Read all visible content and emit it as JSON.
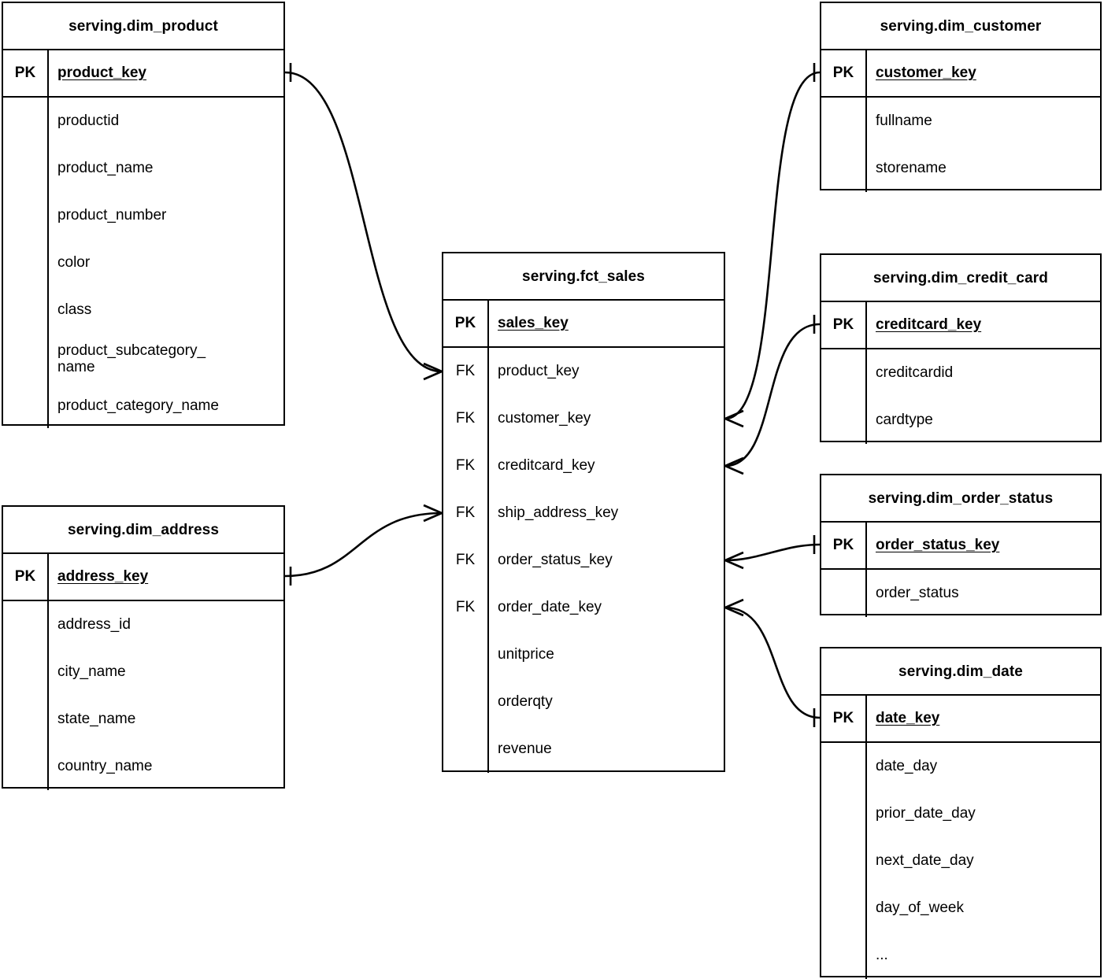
{
  "diagram": {
    "title": "serving schema star schema ERD",
    "notation": "crow's foot",
    "line_color": "#000000",
    "background_color": "#ffffff",
    "pk_tag": "PK",
    "fk_tag": "FK"
  },
  "entities": {
    "dim_product": {
      "name": "serving.dim_product",
      "pk": {
        "tag": "PK",
        "field": "product_key"
      },
      "attributes": [
        "productid",
        "product_name",
        "product_number",
        "color",
        "class",
        "product_subcategory_\nname",
        "product_category_name"
      ]
    },
    "dim_address": {
      "name": "serving.dim_address",
      "pk": {
        "tag": "PK",
        "field": "address_key"
      },
      "attributes": [
        "address_id",
        "city_name",
        "state_name",
        "country_name"
      ]
    },
    "fct_sales": {
      "name": "serving.fct_sales",
      "pk": {
        "tag": "PK",
        "field": "sales_key"
      },
      "foreign_keys": [
        {
          "tag": "FK",
          "field": "product_key"
        },
        {
          "tag": "FK",
          "field": "customer_key"
        },
        {
          "tag": "FK",
          "field": "creditcard_key"
        },
        {
          "tag": "FK",
          "field": "ship_address_key"
        },
        {
          "tag": "FK",
          "field": "order_status_key"
        },
        {
          "tag": "FK",
          "field": "order_date_key"
        }
      ],
      "measures": [
        "unitprice",
        "orderqty",
        "revenue"
      ]
    },
    "dim_customer": {
      "name": "serving.dim_customer",
      "pk": {
        "tag": "PK",
        "field": "customer_key"
      },
      "attributes": [
        "fullname",
        "storename"
      ]
    },
    "dim_credit_card": {
      "name": "serving.dim_credit_card",
      "pk": {
        "tag": "PK",
        "field": "creditcard_key"
      },
      "attributes": [
        "creditcardid",
        "cardtype"
      ]
    },
    "dim_order_status": {
      "name": "serving.dim_order_status",
      "pk": {
        "tag": "PK",
        "field": "order_status_key"
      },
      "attributes": [
        "order_status"
      ]
    },
    "dim_date": {
      "name": "serving.dim_date",
      "pk": {
        "tag": "PK",
        "field": "date_key"
      },
      "attributes": [
        "date_day",
        "prior_date_day",
        "next_date_day",
        "day_of_week",
        "..."
      ]
    }
  },
  "relationships": [
    {
      "from": "serving.dim_product.product_key",
      "to": "serving.fct_sales.product_key",
      "from_card": "one",
      "to_card": "many"
    },
    {
      "from": "serving.dim_address.address_key",
      "to": "serving.fct_sales.ship_address_key",
      "from_card": "one",
      "to_card": "many"
    },
    {
      "from": "serving.dim_customer.customer_key",
      "to": "serving.fct_sales.customer_key",
      "from_card": "one",
      "to_card": "many"
    },
    {
      "from": "serving.dim_credit_card.creditcard_key",
      "to": "serving.fct_sales.creditcard_key",
      "from_card": "one",
      "to_card": "many"
    },
    {
      "from": "serving.dim_order_status.order_status_key",
      "to": "serving.fct_sales.order_status_key",
      "from_card": "one",
      "to_card": "many"
    },
    {
      "from": "serving.dim_date.date_key",
      "to": "serving.fct_sales.order_date_key",
      "from_card": "one",
      "to_card": "many"
    }
  ]
}
